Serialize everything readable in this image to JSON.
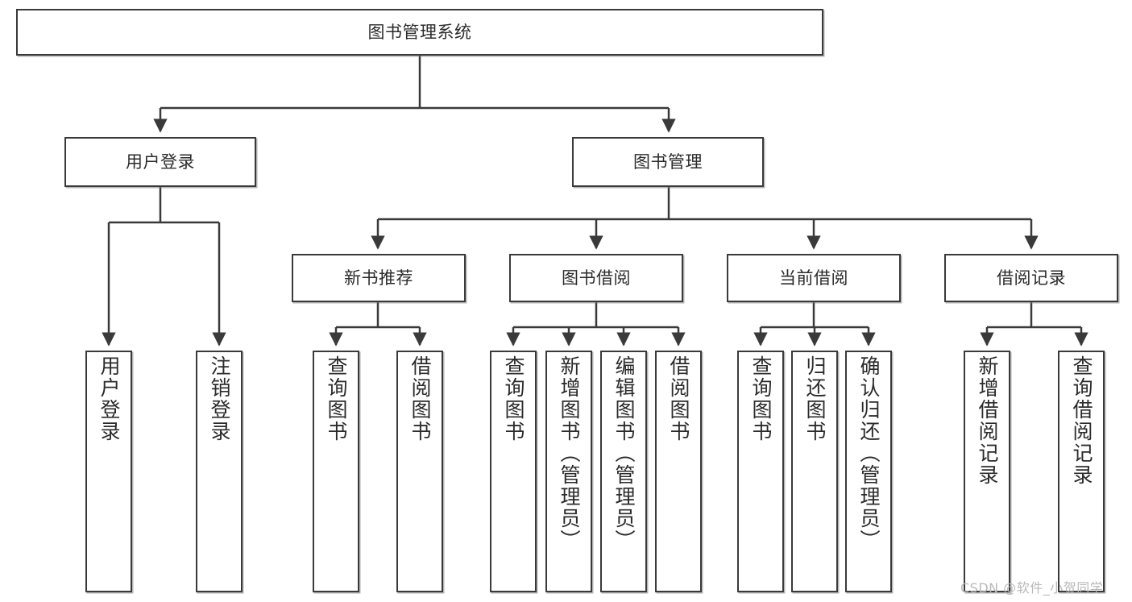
{
  "diagram": {
    "type": "tree",
    "title": "图书管理系统",
    "watermark": "CSDN @软件_小贺同学",
    "colors": {
      "box_border": "#3a3a3a",
      "box_fill": "#ffffff",
      "connector": "#3a3a3a",
      "text": "#2b2b2b",
      "watermark": "#b9b9b9"
    },
    "root": {
      "label": "图书管理系统"
    },
    "level2": [
      {
        "label": "用户登录"
      },
      {
        "label": "图书管理"
      }
    ],
    "level3": [
      {
        "label": "新书推荐"
      },
      {
        "label": "图书借阅"
      },
      {
        "label": "当前借阅"
      },
      {
        "label": "借阅记录"
      }
    ],
    "leaves": {
      "user_login": [
        {
          "label": "用户登录"
        },
        {
          "label": "注销登录"
        }
      ],
      "new_book_recommend": [
        {
          "label": "查询图书"
        },
        {
          "label": "借阅图书"
        }
      ],
      "book_borrow": [
        {
          "label": "查询图书"
        },
        {
          "label": "新增图书（管理员）"
        },
        {
          "label": "编辑图书（管理员）"
        },
        {
          "label": "借阅图书"
        }
      ],
      "current_borrow": [
        {
          "label": "查询图书"
        },
        {
          "label": "归还图书"
        },
        {
          "label": "确认归还（管理员）"
        }
      ],
      "borrow_record": [
        {
          "label": "新增借阅记录"
        },
        {
          "label": "查询借阅记录"
        }
      ]
    }
  }
}
